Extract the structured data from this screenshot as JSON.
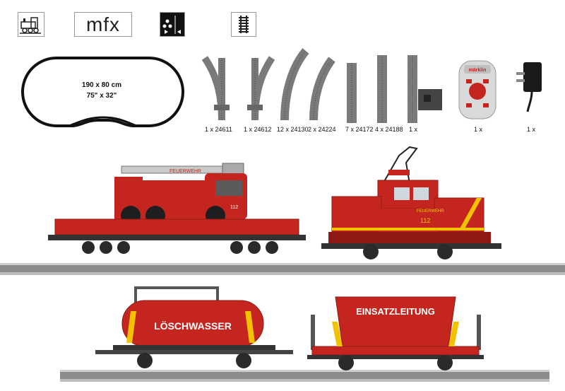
{
  "header": {
    "icons": [
      "steam-locomotive-icon",
      "mfx-badge",
      "sound-functions-icon",
      "track-icon"
    ],
    "mfx_label": "mfx"
  },
  "layout_plan": {
    "dimensions_cm": "190 x 80 cm",
    "dimensions_in": "75\" x 32\""
  },
  "components": [
    {
      "label": "1 x 24611",
      "icon": "left-switch-track"
    },
    {
      "label": "1 x 24612",
      "icon": "right-switch-track"
    },
    {
      "label": "12 x 24130",
      "icon": "curved-track"
    },
    {
      "label": "2 x 24224",
      "icon": "curved-track"
    },
    {
      "label": "7 x 24172",
      "icon": "straight-track"
    },
    {
      "label": "4 x 24188",
      "icon": "straight-track"
    },
    {
      "label": "1 x",
      "icon": "feeder-track"
    },
    {
      "label": "1 x",
      "icon": "mobile-station-controller"
    },
    {
      "label": "1 x",
      "icon": "power-supply"
    }
  ],
  "controller_brand": "märklin",
  "train": {
    "ladder_truck_label": "FEUERWEHR",
    "truck_number": "112",
    "loco_label": "FEUERWEHR",
    "loco_number": "112",
    "tank_car_label": "LÖSCHWASSER",
    "gondola_label": "EINSATZLEITUNG"
  },
  "colors": {
    "fire_red": "#c4261f",
    "dark_red": "#8f1a14",
    "yellow_stripe": "#f2c200",
    "rail_gray": "#8c8c8c"
  }
}
